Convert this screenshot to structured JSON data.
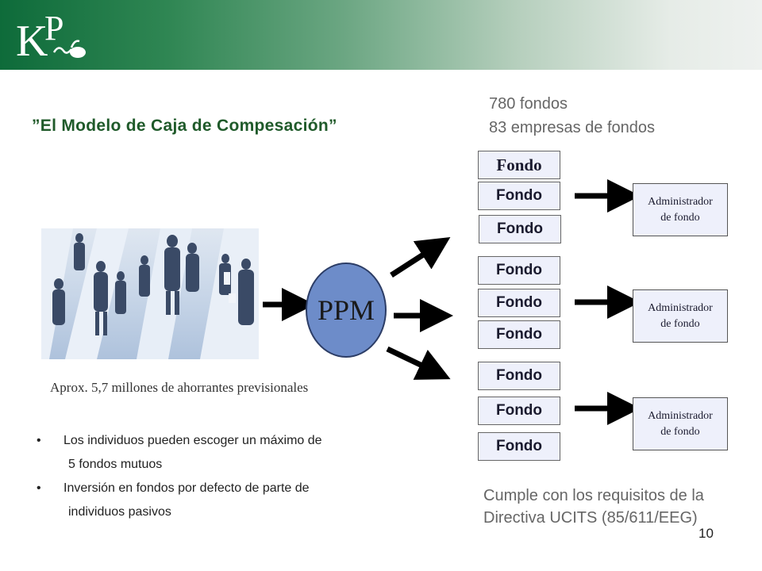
{
  "title": "”El Modelo de Caja de Compesación”",
  "stats": [
    "780 fondos",
    "83 empresas de fondos"
  ],
  "ppm_label": "PPM",
  "caption": "Aprox. 5,7 millones de ahorrantes previsionales",
  "bullets": [
    {
      "marker": "•",
      "line1": "Los individuos pueden escoger un máximo de",
      "line2": "5 fondos mutuos"
    },
    {
      "marker": "•",
      "line1": "Inversión en fondos por defecto de parte de",
      "line2": "individuos pasivos"
    }
  ],
  "fund_groups": [
    [
      "Fondo",
      "Fondo",
      "Fondo"
    ],
    [
      "Fondo",
      "Fondo",
      "Fondo"
    ],
    [
      "Fondo",
      "Fondo",
      "Fondo"
    ]
  ],
  "admin": {
    "line1": "Administrador",
    "line2": "de fondo"
  },
  "cumple": [
    "Cumple con los requisitos de la",
    "Directiva UCITS (85/611/EEG)"
  ],
  "page_number": "10",
  "colors": {
    "header_green": "#0e6b3a",
    "title_green": "#1f5a2a",
    "ppm_fill": "#6d8cc9",
    "box_fill": "#eef0fb"
  }
}
